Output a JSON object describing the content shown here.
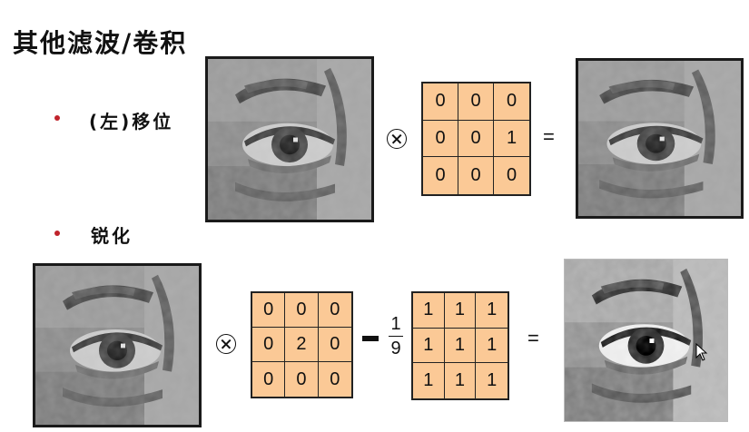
{
  "slide": {
    "title": "其他滤波/卷积"
  },
  "bullets": [
    {
      "label": "(左)移位"
    },
    {
      "label": "锐化"
    }
  ],
  "shift_kernel": {
    "rows": [
      [
        "0",
        "0",
        "0"
      ],
      [
        "0",
        "0",
        "1"
      ],
      [
        "0",
        "0",
        "0"
      ]
    ]
  },
  "sharpen_identity_kernel": {
    "rows": [
      [
        "0",
        "0",
        "0"
      ],
      [
        "0",
        "2",
        "0"
      ],
      [
        "0",
        "0",
        "0"
      ]
    ]
  },
  "box_kernel": {
    "rows": [
      [
        "1",
        "1",
        "1"
      ],
      [
        "1",
        "1",
        "1"
      ],
      [
        "1",
        "1",
        "1"
      ]
    ]
  },
  "operators": {
    "equals": "=",
    "fraction_numerator": "1",
    "fraction_denominator": "9"
  },
  "colors": {
    "kernel_fill": "#fbc996",
    "bullet": "#c0232b"
  },
  "icons": {
    "convolution": "circled-times-icon",
    "cursor": "mouse-pointer-icon"
  }
}
